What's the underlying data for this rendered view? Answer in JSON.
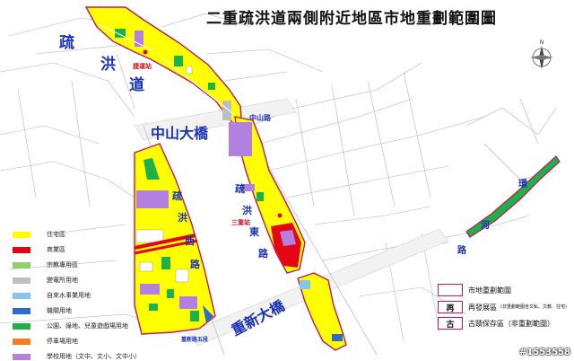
{
  "title": "二重疏洪道兩側附近地區市地重劃範圍圖",
  "labels": {
    "channel_1": "疏",
    "channel_2": "洪",
    "channel_3": "道",
    "zhongshan_bridge": "中山大橋",
    "chongxin_bridge": "重新大橋",
    "zhongshan_road": "中山路",
    "shuhong_west_1": "疏",
    "shuhong_west_2": "洪",
    "shuhong_west_3": "西",
    "shuhong_west_4": "路",
    "shuhong_east_1": "疏",
    "shuhong_east_2": "洪",
    "shuhong_east_3": "東",
    "shuhong_east_4": "路",
    "huanhe_1": "環",
    "huanhe_2": "河",
    "huanhe_3": "路",
    "bottom_road": "重新路五段",
    "station_1": "捷運站",
    "station_2": "三重站"
  },
  "legend": [
    {
      "label": "住宅區",
      "color": "#ffff00"
    },
    {
      "label": "商業區",
      "color": "#e30613"
    },
    {
      "label": "宗教專用區",
      "color": "#8fd16a"
    },
    {
      "label": "變電所用地",
      "color": "#bfbfbf"
    },
    {
      "label": "自來水事業用地",
      "color": "#86c6ea"
    },
    {
      "label": "機關用地",
      "color": "#2b6cc4"
    },
    {
      "label": "公園、綠地、兒童遊戲場用地",
      "color": "#1fb04a"
    },
    {
      "label": "停車場用地",
      "color": "#f47b20"
    },
    {
      "label": "學校用地（文中、文小、文中小）",
      "color": "#b37fe0"
    }
  ],
  "legend2": {
    "boundary_label": "市地重劃範圍",
    "redevelop_char": "再",
    "redevelop_label": "再發展區",
    "redevelop_note": "(非重劃範圍含文私、文教、住宅)",
    "heritage_char": "古",
    "heritage_label": "古蹟保存區",
    "heritage_note": "（非重劃範圍）"
  },
  "compass": "N",
  "watermark": "#1553558",
  "colors": {
    "residential": "#ffff00",
    "commercial": "#e30613",
    "school": "#b37fe0",
    "park": "#1fb04a",
    "boundary": "#c2185b",
    "blue_text": "#1a33b8"
  }
}
